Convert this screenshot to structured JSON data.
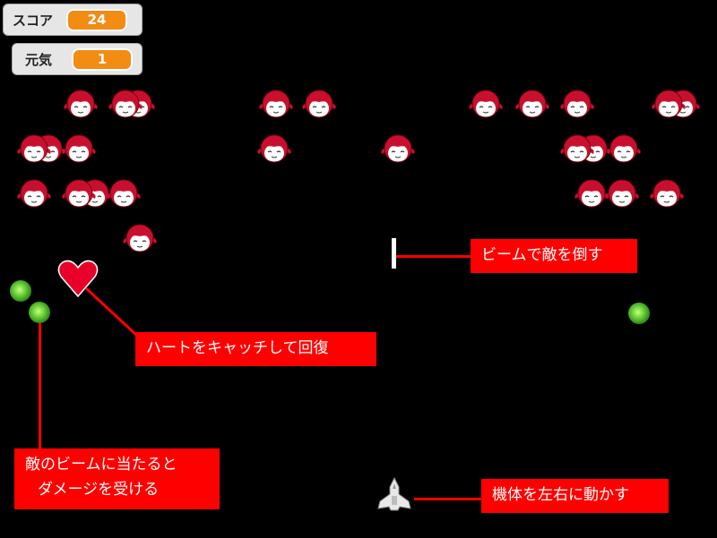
{
  "hud": {
    "score_label": "スコア",
    "score_value": "24",
    "life_label": "元気",
    "life_value": "1"
  },
  "callouts": {
    "beam": "ビームで敵を倒す",
    "heart": "ハートをキャッチして回復",
    "damage_line1": "敵のビームに当たると",
    "damage_line2": "ダメージを受ける",
    "move": "機体を左右に動かす"
  },
  "colors": {
    "background": "#000000",
    "callout": "#ff0000",
    "hud_value": "#f28c13",
    "enemy_hair": "#c8102e",
    "heart": "#e8002a",
    "orb": "#5cc52e"
  },
  "icons": {
    "enemy": "red-haired-face-enemy-icon",
    "heart": "heart-icon",
    "orb": "green-orb-icon",
    "ship": "player-ship-icon",
    "beam": "player-beam"
  }
}
